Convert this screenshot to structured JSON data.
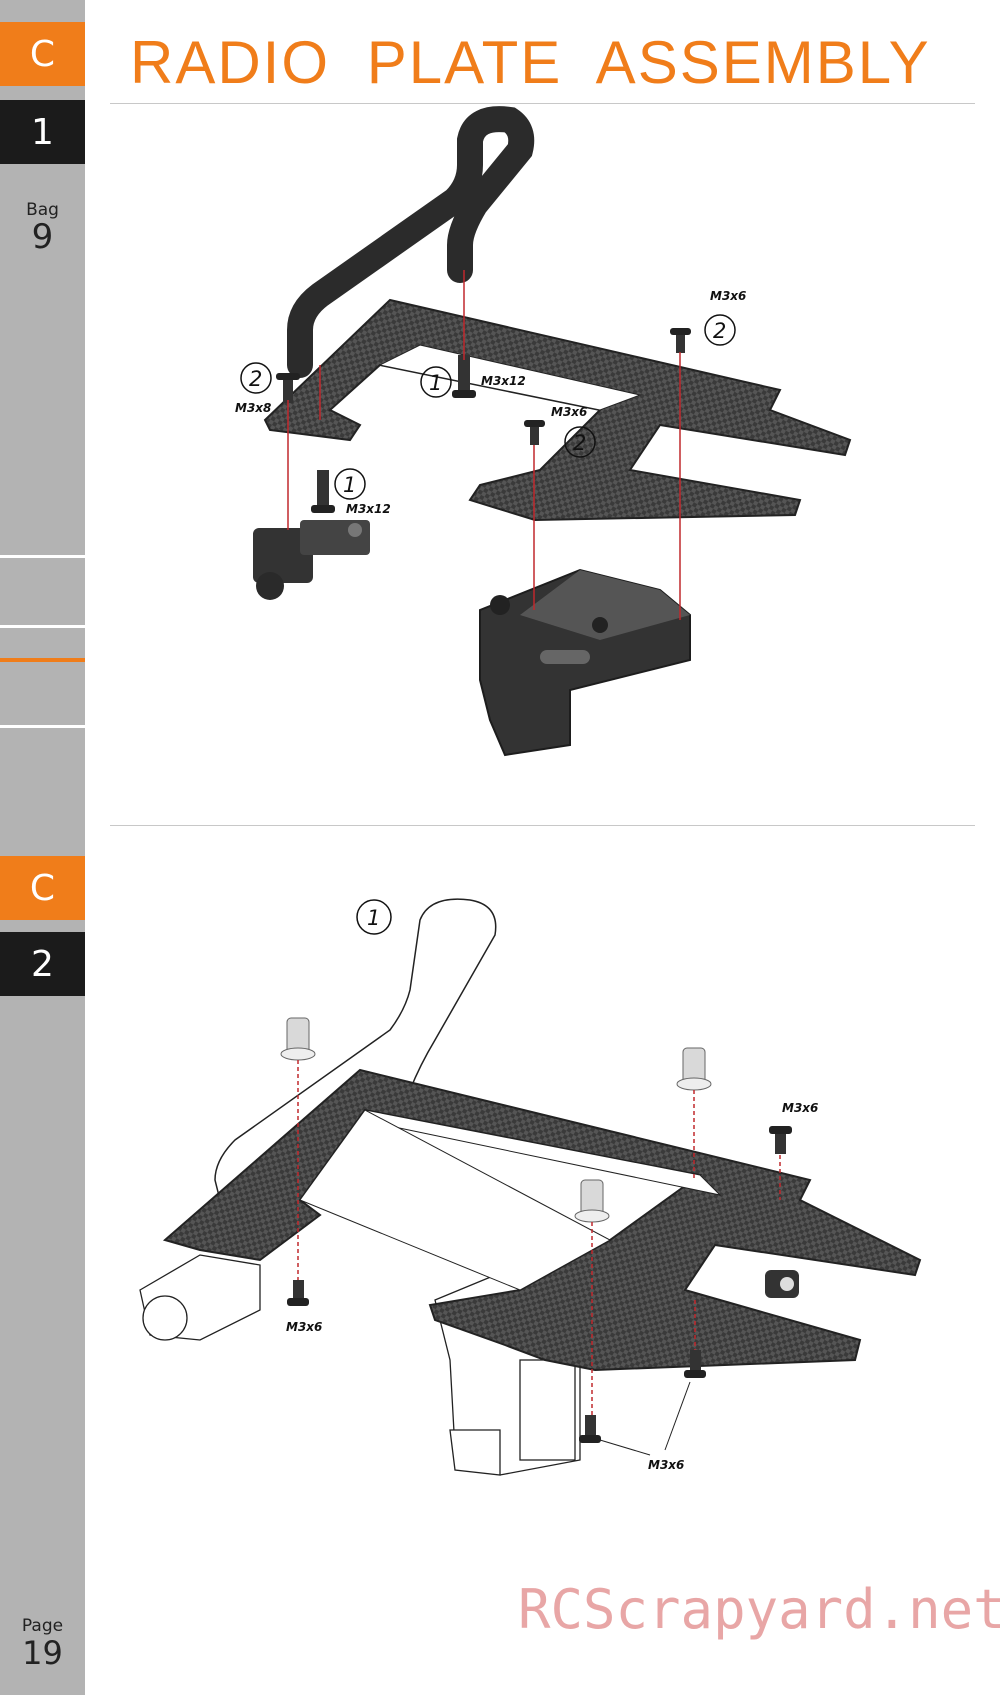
{
  "page_title": "RADIO PLATE ASSEMBLY",
  "step1": {
    "section": "C",
    "number": "1"
  },
  "step2": {
    "section": "C",
    "number": "2"
  },
  "bag": {
    "label": "Bag",
    "number": "9"
  },
  "page": {
    "label": "Page",
    "number": "19"
  },
  "watermark": "RCScrapyard.net",
  "step1_callouts": {
    "m3x6_top": "M3x6",
    "circle_2_top": "2",
    "m3x8": "M3x8",
    "circle_2_left": "2",
    "m3x12_center": "M3x12",
    "circle_1_center": "1",
    "m3x6_mid": "M3x6",
    "circle_2_mid": "2",
    "m3x12_low": "M3x12",
    "circle_1_low": "1"
  },
  "step2_callouts": {
    "circle_1": "1",
    "m3x6_right": "M3x6",
    "m3x6_left": "M3x6",
    "m3x6_bottom": "M3x6"
  },
  "colors": {
    "accent": "#f07d1a",
    "dark_tab": "#1b1b1b",
    "sidebar": "#b3b3b3",
    "watermark": "#e8a6a6"
  }
}
